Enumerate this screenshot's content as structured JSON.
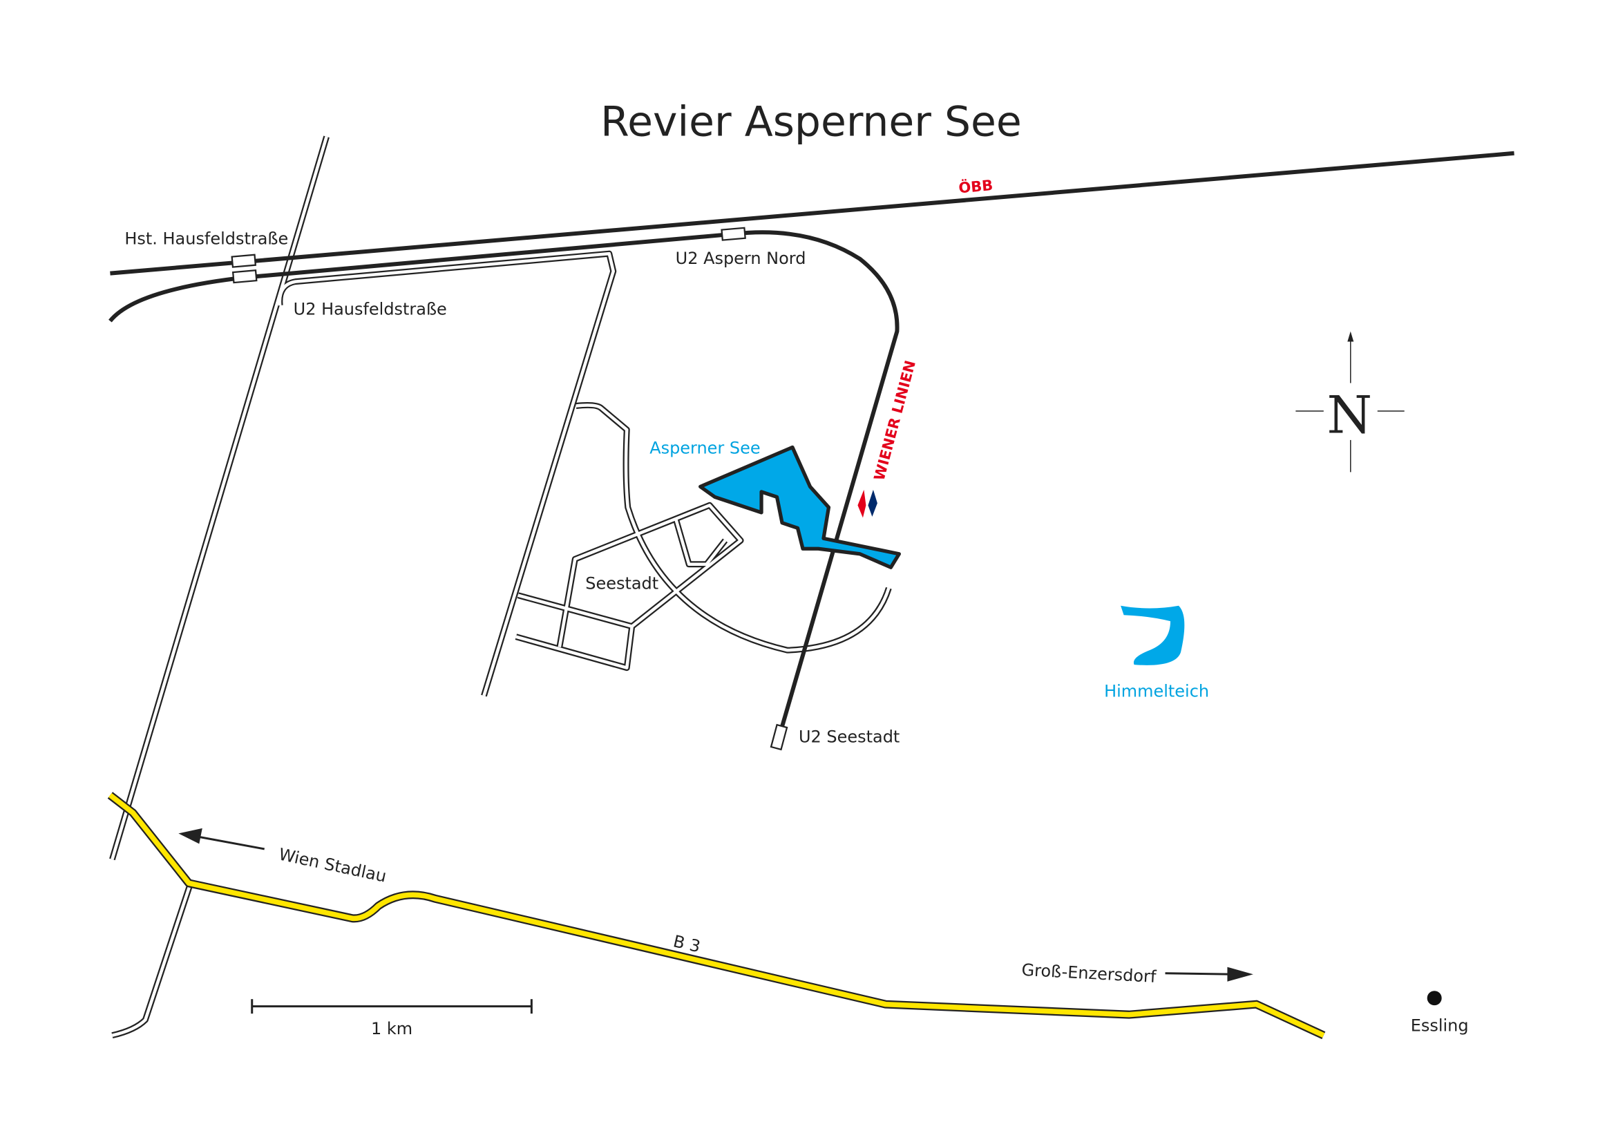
{
  "title": "Revier Asperner See",
  "rail": {
    "operator_logo": "ÖBB",
    "metro_logo": "WIENER LINIEN"
  },
  "stations": {
    "hst_hausfeldstrasse": "Hst. Hausfeldstraße",
    "u2_hausfeldstrasse": "U2 Hausfeldstraße",
    "u2_aspern_nord": "U2 Aspern Nord",
    "u2_seestadt": "U2 Seestadt"
  },
  "water": {
    "asperner_see": "Asperner See",
    "himmelteich": "Himmelteich"
  },
  "places": {
    "seestadt": "Seestadt",
    "essling": "Essling"
  },
  "roads": {
    "b3": "B 3",
    "wien_stadlau": "Wien Stadlau",
    "gross_enzersdorf": "Groß-Enzersdorf"
  },
  "compass": {
    "north": "N"
  },
  "scale": {
    "label": "1 km"
  },
  "colors": {
    "water": "#00a8e8",
    "road_main": "#ffe600",
    "logo_red": "#e3001b",
    "logo_blue": "#002a6c"
  }
}
